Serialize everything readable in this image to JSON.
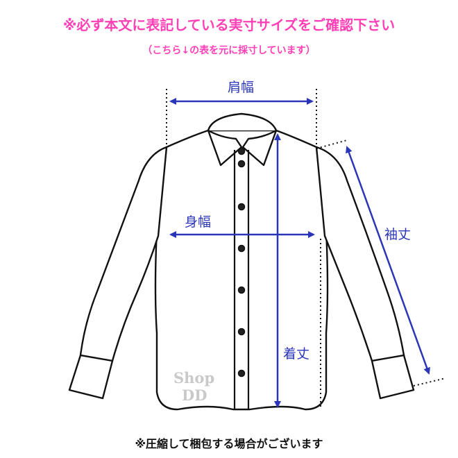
{
  "header": {
    "notice": "※必ず本文に表記している実寸サイズをご確認下さい",
    "subnotice": "（こちら↓の表を元に採寸しています）"
  },
  "measurements": {
    "shoulder_width": "肩幅",
    "body_width": "身幅",
    "sleeve_length": "袖丈",
    "body_length": "着丈"
  },
  "watermark": {
    "line1": "Shop",
    "line2": "DD"
  },
  "footer": {
    "note": "※圧縮して梱包する場合がございます"
  },
  "colors": {
    "notice_pink": "#ff3fb6",
    "measure_blue": "#2a35b8",
    "outline": "#111111"
  }
}
